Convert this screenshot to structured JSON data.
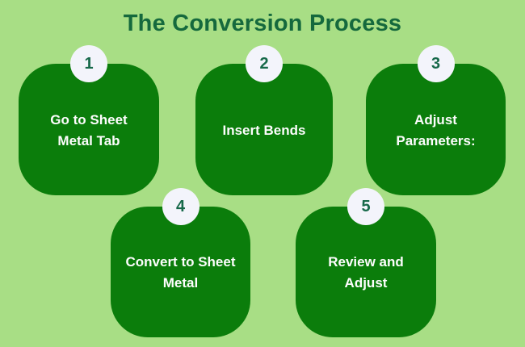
{
  "title": "The Conversion Process",
  "steps": [
    {
      "number": "1",
      "lines": [
        "Go to Sheet",
        "Metal Tab"
      ]
    },
    {
      "number": "2",
      "lines": [
        "Insert Bends"
      ]
    },
    {
      "number": "3",
      "lines": [
        "Adjust",
        "Parameters:"
      ]
    },
    {
      "number": "4",
      "lines": [
        "Convert to Sheet",
        "Metal"
      ]
    },
    {
      "number": "5",
      "lines": [
        "Review and",
        "Adjust"
      ]
    }
  ],
  "colors": {
    "background": "#a8de85",
    "card": "#0b7d0b",
    "badge_background": "#f3f4fb",
    "badge_number": "#17694a",
    "title": "#15693d",
    "card_text": "#fdfdfd"
  }
}
